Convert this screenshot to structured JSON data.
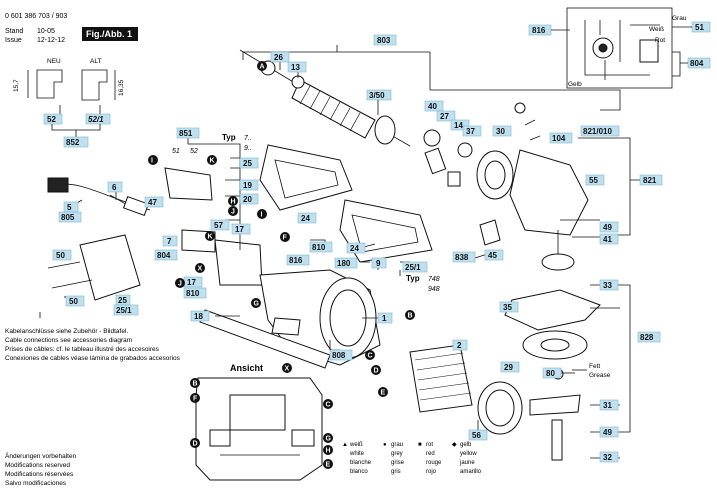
{
  "header": {
    "doc_number": "0 601 386 703 / 903",
    "stand_label": "Stand",
    "issue_label": "Issue",
    "stand_value": "10-05",
    "issue_value": "12-12-12",
    "figure_label": "Fig./Abb. 1"
  },
  "wiring_box": {
    "labels": [
      "Grau",
      "Weiß",
      "Rot",
      "Gelb"
    ],
    "callouts": [
      "816",
      "51",
      "804"
    ]
  },
  "dimension_inset": {
    "neu": "NEU",
    "alt": "ALT",
    "dim1": "15,7",
    "dim2": "16,35",
    "left_label": "52",
    "right_label": "52/1",
    "bottom_label": "852"
  },
  "callouts": [
    {
      "id": "c803",
      "text": "803"
    },
    {
      "id": "c26",
      "text": "26"
    },
    {
      "id": "c13",
      "text": "13"
    },
    {
      "id": "c350",
      "text": "3/50"
    },
    {
      "id": "c40",
      "text": "40"
    },
    {
      "id": "c27",
      "text": "27"
    },
    {
      "id": "c14",
      "text": "14"
    },
    {
      "id": "c37",
      "text": "37"
    },
    {
      "id": "c30",
      "text": "30"
    },
    {
      "id": "c104",
      "text": "104"
    },
    {
      "id": "c821010",
      "text": "821/010"
    },
    {
      "id": "c821",
      "text": "821"
    },
    {
      "id": "c55",
      "text": "55"
    },
    {
      "id": "c49a",
      "text": "49"
    },
    {
      "id": "c41",
      "text": "41"
    },
    {
      "id": "c838",
      "text": "838"
    },
    {
      "id": "c45",
      "text": "45"
    },
    {
      "id": "c851",
      "text": "851"
    },
    {
      "id": "c25",
      "text": "25"
    },
    {
      "id": "c19",
      "text": "19"
    },
    {
      "id": "c20",
      "text": "20"
    },
    {
      "id": "c24a",
      "text": "24"
    },
    {
      "id": "c57",
      "text": "57"
    },
    {
      "id": "c47",
      "text": "47"
    },
    {
      "id": "c6",
      "text": "6"
    },
    {
      "id": "c5805",
      "text": "5\n805"
    },
    {
      "id": "c7",
      "text": "7"
    },
    {
      "id": "c804",
      "text": "804"
    },
    {
      "id": "c17a",
      "text": "17"
    },
    {
      "id": "c810a",
      "text": "810"
    },
    {
      "id": "c816",
      "text": "816"
    },
    {
      "id": "c180",
      "text": "180"
    },
    {
      "id": "c9",
      "text": "9"
    },
    {
      "id": "c24b",
      "text": "24"
    },
    {
      "id": "c251",
      "text": "25/1"
    },
    {
      "id": "c17b",
      "text": "17"
    },
    {
      "id": "c810b",
      "text": "810"
    },
    {
      "id": "c50a",
      "text": "50"
    },
    {
      "id": "c50b",
      "text": "50"
    },
    {
      "id": "c25b",
      "text": "25\n25/1"
    },
    {
      "id": "c18",
      "text": "18"
    },
    {
      "id": "c1",
      "text": "1"
    },
    {
      "id": "c808",
      "text": "808"
    },
    {
      "id": "c2",
      "text": "2"
    },
    {
      "id": "c29",
      "text": "29"
    },
    {
      "id": "c56",
      "text": "56"
    },
    {
      "id": "c33",
      "text": "33"
    },
    {
      "id": "c35",
      "text": "35"
    },
    {
      "id": "c828",
      "text": "828"
    },
    {
      "id": "c80",
      "text": "80"
    },
    {
      "id": "c31",
      "text": "31"
    },
    {
      "id": "c49b",
      "text": "49"
    },
    {
      "id": "c32",
      "text": "32"
    }
  ],
  "typ_labels": {
    "typ_top": "Typ",
    "typ_top_vals": [
      "7..",
      "9.."
    ],
    "typ_bottom": "Typ",
    "typ_bottom_vals": [
      "748",
      "948"
    ],
    "sub_51": "51",
    "sub_52": "52"
  },
  "letters": [
    "A",
    "B",
    "C",
    "D",
    "E",
    "F",
    "G",
    "H",
    "I",
    "J",
    "K",
    "X"
  ],
  "grease_note": {
    "fett": "Fett",
    "grease": "Grease"
  },
  "cable_notes": [
    "Kabelanschlüsse siehe Zubehör - Bildtafel.",
    "Cable connections see accessories diagram",
    "Prises de câbles: cf. le tableau illustré des accesoires",
    "Conexiones de cables véase lámina de grabados accesorios"
  ],
  "ansicht_label": "Ansicht",
  "color_legend": [
    {
      "marker": "▲",
      "names": [
        "weiß",
        "white",
        "blanche",
        "blanco"
      ]
    },
    {
      "marker": "●",
      "names": [
        "grau",
        "grey",
        "grise",
        "gris"
      ]
    },
    {
      "marker": "■",
      "names": [
        "rot",
        "red",
        "rouge",
        "rojo"
      ]
    },
    {
      "marker": "◆",
      "names": [
        "gelb",
        "yellow",
        "jaune",
        "amarillo"
      ]
    }
  ],
  "footer_notes": [
    "Änderungen vorbehalten",
    "Modifications reserved",
    "Modifications réservées",
    "Salvo modificaciones"
  ]
}
